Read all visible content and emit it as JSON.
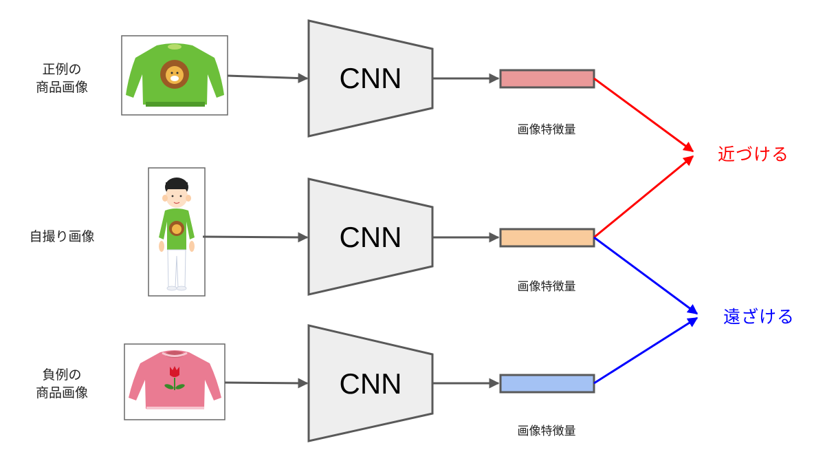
{
  "colors": {
    "line": "#595959",
    "cnn_fill": "#eeeeee",
    "pull": "#ff0000",
    "push": "#0000ff"
  },
  "rows": [
    {
      "id": "positive",
      "label_lines": [
        "正例の",
        "商品画像"
      ],
      "image": "green-lion-sweater",
      "cnn_label": "CNN",
      "feature_label": "画像特徴量",
      "feature_color": "#ea9999"
    },
    {
      "id": "anchor",
      "label_lines": [
        "自撮り画像"
      ],
      "image": "person-wearing-green-lion-sweater",
      "cnn_label": "CNN",
      "feature_label": "画像特徴量",
      "feature_color": "#f9cb9c"
    },
    {
      "id": "negative",
      "label_lines": [
        "負例の",
        "商品画像"
      ],
      "image": "pink-tulip-sweater",
      "cnn_label": "CNN",
      "feature_label": "画像特徴量",
      "feature_color": "#a4c2f4"
    }
  ],
  "targets": {
    "pull": {
      "label": "近づける",
      "color": "#ff0000"
    },
    "push": {
      "label": "遠ざける",
      "color": "#0000ff"
    }
  }
}
